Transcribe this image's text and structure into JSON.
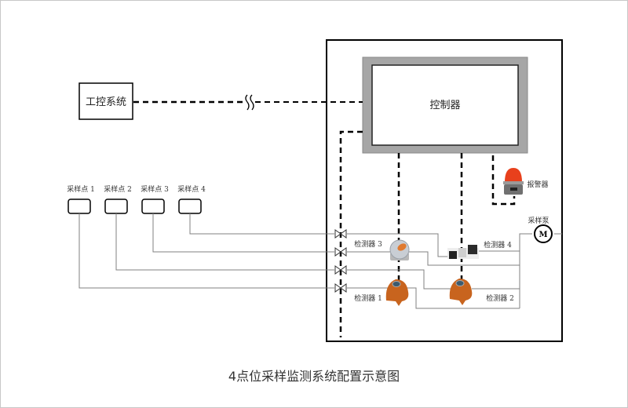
{
  "diagram": {
    "caption": "4点位采样监测系统配置示意图",
    "ics": {
      "label": "工控系统"
    },
    "controller": {
      "label": "控制器"
    },
    "alarm": {
      "label": "报警器"
    },
    "pump": {
      "label": "采样泵",
      "symbol": "M"
    },
    "sampling_points": [
      {
        "label": "采样点 1"
      },
      {
        "label": "采样点 2"
      },
      {
        "label": "采样点 3"
      },
      {
        "label": "采样点 4"
      }
    ],
    "detectors": [
      {
        "label": "检测器 1",
        "style": "orange-dome"
      },
      {
        "label": "检测器 2",
        "style": "orange-dome"
      },
      {
        "label": "检测器 3",
        "style": "gray-explosion-proof"
      },
      {
        "label": "检测器 4",
        "style": "inline-module"
      }
    ],
    "colors": {
      "line": "#000000",
      "pipe": "#808080",
      "controller_border": "#a6a6a6",
      "detector_orange": "#c8641e",
      "alarm_red": "#e8401c",
      "text": "#222222"
    }
  }
}
